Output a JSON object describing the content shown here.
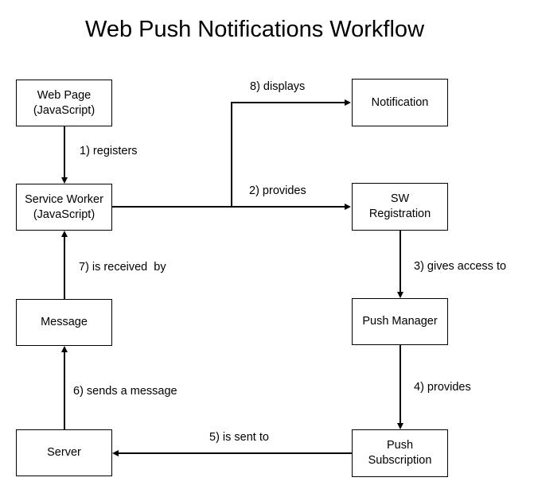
{
  "title": "Web Push Notifications Workflow",
  "nodes": {
    "web_page": "Web Page\n(JavaScript)",
    "notification": "Notification",
    "service_worker": "Service Worker\n(JavaScript)",
    "sw_registration": "SW\nRegistration",
    "message": "Message",
    "push_manager": "Push Manager",
    "server": "Server",
    "push_subscription": "Push\nSubscription"
  },
  "edges": {
    "registers": "1) registers",
    "provides_sw": "2) provides",
    "gives_access": "3) gives access to",
    "provides_sub": "4) provides",
    "is_sent_to": "5) is sent to",
    "sends_message": "6) sends a message",
    "is_received_by": "7) is received  by",
    "displays": "8) displays"
  },
  "colors": {
    "stroke": "#000000",
    "background": "#ffffff",
    "text": "#000000"
  }
}
